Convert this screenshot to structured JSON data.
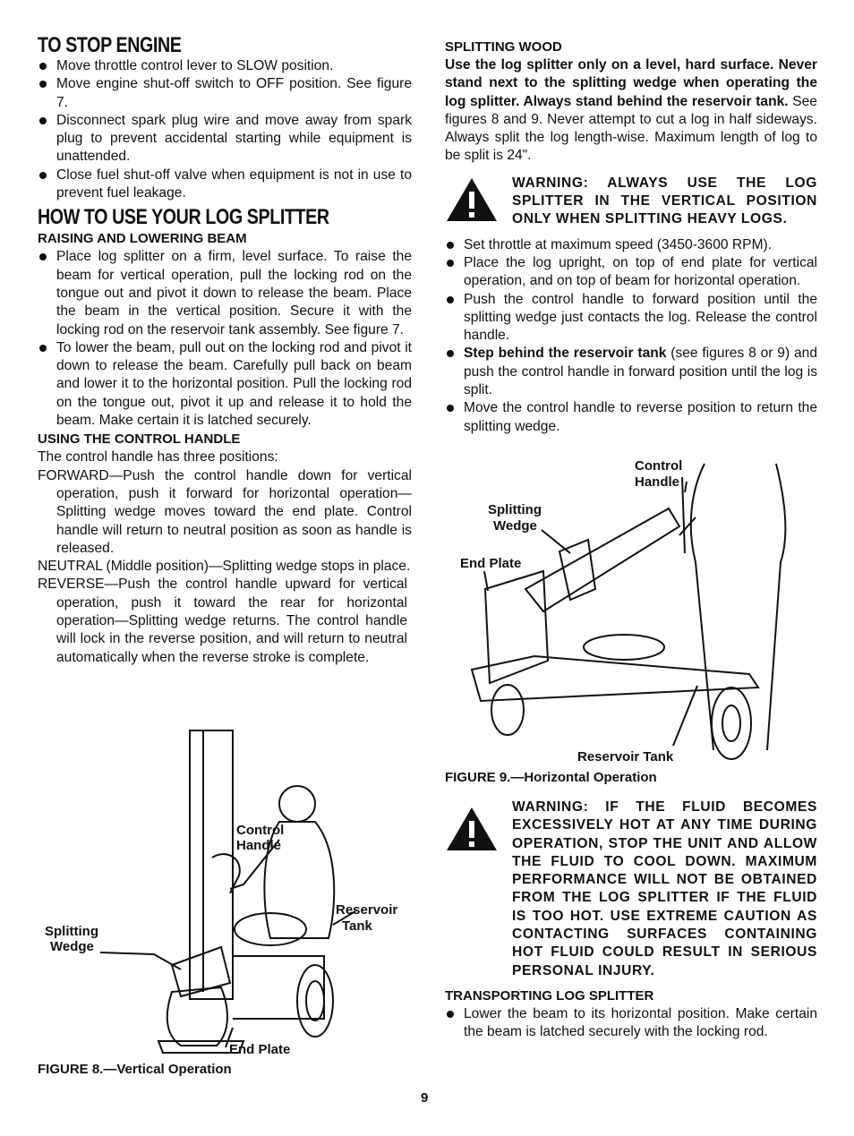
{
  "stop_engine": {
    "heading": "TO STOP ENGINE",
    "bullets": [
      "Move throttle control lever to SLOW position.",
      "Move engine shut-off switch to OFF position. See figure 7.",
      "Disconnect spark plug wire and move away from spark plug to prevent accidental starting while equipment is unattended.",
      "Close fuel shut-off valve when equipment is not in use to prevent fuel leakage."
    ]
  },
  "how_to_use": {
    "heading": "HOW TO USE YOUR LOG SPLITTER",
    "raising": {
      "heading": "RAISING AND LOWERING BEAM",
      "bullets": [
        "Place log splitter on a firm, level surface. To raise the beam for vertical operation, pull the locking rod on the tongue out and pivot it down to release the beam. Place the beam in the vertical position. Secure it with the locking rod on the reservoir tank assembly. See figure 7.",
        "To lower the beam, pull out on the locking rod and pivot it down to release the beam. Carefully pull back on beam and lower it to the horizontal position. Pull the locking rod on the tongue out, pivot it up and release it to hold the beam. Make certain it is latched securely."
      ]
    },
    "control_handle": {
      "heading": "USING THE CONTROL HANDLE",
      "intro": "The control handle has three positions:",
      "forward": "FORWARD—Push the control handle down for vertical operation, push it forward for horizontal operation—Splitting wedge moves toward the end plate. Control handle will return to neutral position as soon as handle is released.",
      "neutral": "NEUTRAL (Middle position)—Splitting wedge stops in place.",
      "reverse": "REVERSE—Push the control handle upward for vertical operation, push it toward the rear for horizontal operation—Splitting wedge returns. The control handle will lock in the reverse position, and will return to neutral automatically when the reverse stroke is complete."
    }
  },
  "figure8": {
    "labels": {
      "control": "Control",
      "handle": "Handle",
      "reservoir": "Reservoir",
      "tank": "Tank",
      "splitting": "Splitting",
      "wedge": "Wedge",
      "end_plate": "End Plate"
    },
    "caption": "FIGURE 8.—Vertical Operation"
  },
  "splitting_wood": {
    "heading": "SPLITTING WOOD",
    "bold_text": "Use the log splitter only on a level, hard surface. Never stand next to the splitting wedge when operating the log splitter. Always stand behind the reservoir tank.",
    "normal_text": " See figures 8 and 9. Never attempt to cut a log in half sideways. Always split the log length-wise. Maximum length of log to be split is 24\".",
    "warning": "WARNING: ALWAYS USE THE LOG SPLITTER IN THE VERTICAL POSITION ONLY WHEN SPLITTING HEAVY LOGS.",
    "bullets": [
      {
        "bold": "",
        "text": "Set throttle at maximum speed (3450-3600 RPM)."
      },
      {
        "bold": "",
        "text": "Place the log upright, on top of end plate for vertical operation, and on top of beam for horizontal operation."
      },
      {
        "bold": "",
        "text": "Push the control handle to forward position until the splitting wedge just contacts the log. Release the control handle."
      },
      {
        "bold": "Step behind the reservoir tank",
        "text": " (see figures 8 or 9) and push the control handle in forward position until the log is split."
      },
      {
        "bold": "",
        "text": "Move the control handle to reverse position to return the splitting wedge."
      }
    ]
  },
  "figure9": {
    "labels": {
      "control": "Control",
      "handle": "Handle",
      "splitting": "Splitting",
      "wedge": "Wedge",
      "end_plate": "End Plate",
      "reservoir_tank": "Reservoir Tank"
    },
    "caption": "FIGURE 9.—Horizontal Operation"
  },
  "fluid_warning": "WARNING: IF THE FLUID BECOMES EXCESSIVELY HOT AT ANY TIME DURING OPERATION, STOP THE UNIT AND ALLOW THE FLUID TO COOL DOWN. MAXIMUM PERFORMANCE WILL NOT BE OBTAINED FROM THE LOG SPLITTER IF THE FLUID IS TOO HOT. USE EXTREME CAUTION AS CONTACTING SURFACES CONTAINING HOT FLUID COULD RESULT IN SERIOUS PERSONAL INJURY.",
  "transporting": {
    "heading": "TRANSPORTING LOG SPLITTER",
    "bullets": [
      "Lower the beam to its horizontal position. Make certain the beam is latched securely with the locking rod."
    ]
  },
  "page_number": "9"
}
